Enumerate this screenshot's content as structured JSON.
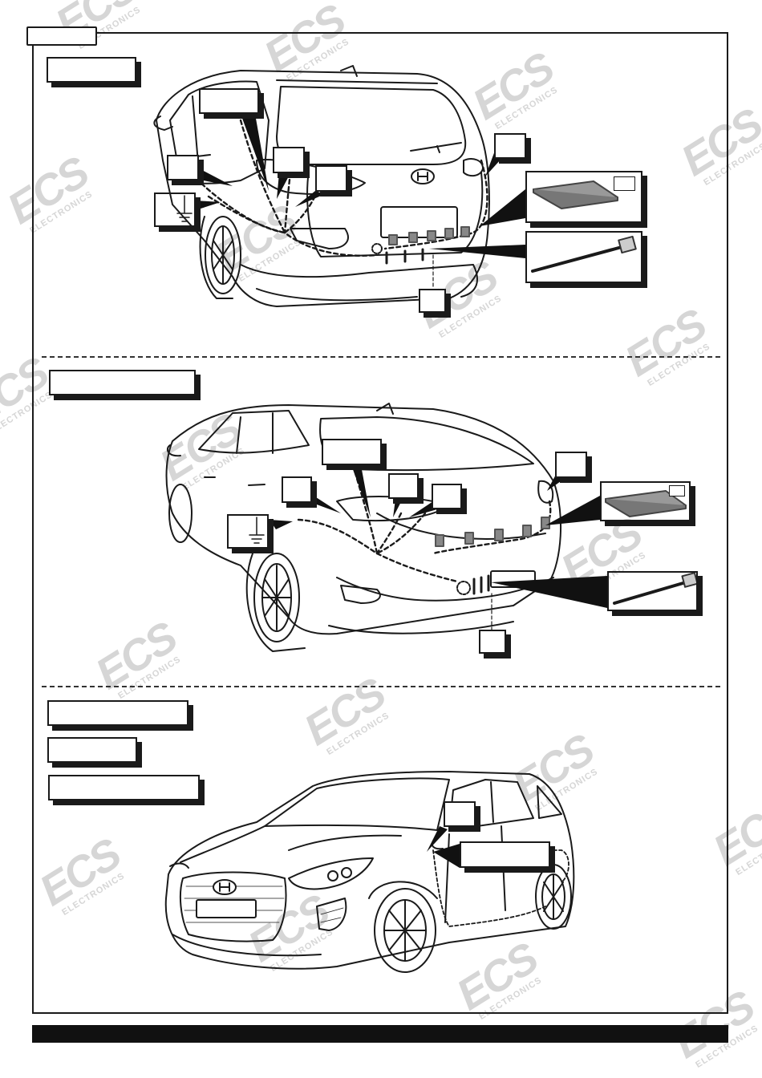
{
  "watermark": {
    "logo": "ECS",
    "text": "ELECTRONICS",
    "color": "#d6d6d6"
  },
  "colors": {
    "ink": "#1a1a1a",
    "fill_dark": "#111111",
    "paper": "#ffffff"
  },
  "icons": {
    "ground": "ground-symbol-icon",
    "tape": "insulation-tape-icon",
    "cable_tie": "cable-tie-icon"
  },
  "panels": [
    {
      "id": "estate",
      "vehicle": "hatchback-rear-view"
    },
    {
      "id": "fastback",
      "vehicle": "fastback-rear-view"
    },
    {
      "id": "front",
      "vehicle": "hatchback-front-view"
    }
  ]
}
